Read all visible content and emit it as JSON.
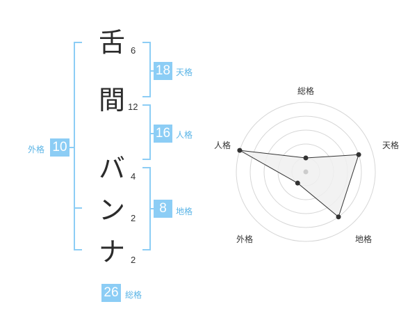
{
  "characters": [
    {
      "char": "舌",
      "strokes": "6"
    },
    {
      "char": "間",
      "strokes": "12"
    },
    {
      "char": "バ",
      "strokes": "4"
    },
    {
      "char": "ン",
      "strokes": "2"
    },
    {
      "char": "ナ",
      "strokes": "2"
    }
  ],
  "kaku": {
    "tenkaku": {
      "value": "18",
      "label": "天格"
    },
    "jinkaku": {
      "value": "16",
      "label": "人格"
    },
    "chikaku": {
      "value": "8",
      "label": "地格"
    },
    "gaikaku": {
      "value": "10",
      "label": "外格"
    },
    "soukaku": {
      "value": "26",
      "label": "総格"
    }
  },
  "radar": {
    "labels": {
      "top": "総格",
      "right_top": "天格",
      "right_bottom": "地格",
      "left_bottom": "外格",
      "left_top": "人格"
    },
    "scores": [
      1,
      4,
      4,
      1,
      5
    ],
    "max": 5,
    "colors": {
      "fill": "#f0f0f0",
      "stroke": "#333333",
      "grid": "#d6d6d6",
      "center": "#cccccc"
    }
  }
}
